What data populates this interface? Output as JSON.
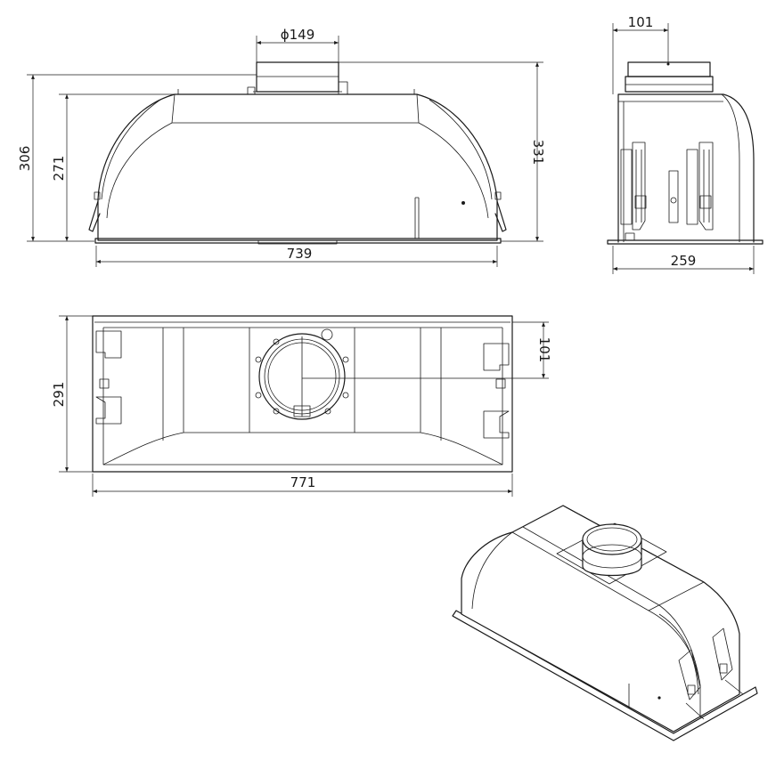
{
  "dimensions": {
    "front_top_diameter": "ϕ149",
    "front_height_total": "306",
    "front_height_body": "271",
    "front_height_right": "331",
    "front_width": "739",
    "side_top_width": "101",
    "side_width": "259",
    "top_width": "771",
    "top_depth": "291",
    "top_offset": "101"
  }
}
